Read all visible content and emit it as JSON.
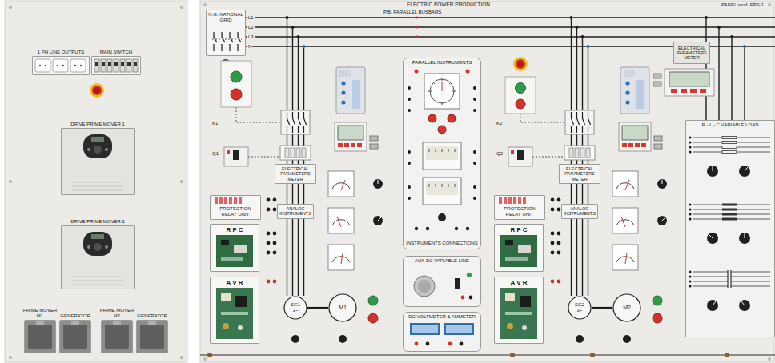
{
  "diagram": {
    "title": "ELECTRIC POWER PRODUCTION",
    "nodes": [
      {
        "text": [
          "1 PH LINE OUTPUTS"
        ]
      },
      {
        "text": [
          "MAIN SWITCH"
        ]
      },
      {
        "text": [
          "DRIVE PRIME MOVER 1"
        ]
      },
      {
        "text": [
          "DRIVE PRIME MOVER 2"
        ]
      },
      {
        "text": [
          "PRIME MOVER M1"
        ]
      },
      {
        "text": [
          "GENERATOR"
        ]
      },
      {
        "text": [
          "PRIME MOVER M2"
        ]
      },
      {
        "text": [
          "GENERATOR"
        ]
      },
      {
        "text": [
          "N.G. NATIONAL GRID"
        ]
      },
      {
        "text": [
          "ELECTRICAL PARAMETERS METER"
        ]
      },
      {
        "text": [
          "ELECTRICAL PARAMETERS METER"
        ]
      },
      {
        "text": [
          "PROTECTION RELAY UNIT"
        ]
      },
      {
        "text": [
          "ANALOG INSTRUMENTS"
        ]
      },
      {
        "text": [
          "R P C"
        ]
      },
      {
        "text": [
          "A V R"
        ]
      },
      {
        "text": [
          "SG1",
          "3~"
        ]
      },
      {
        "text": [
          "M1"
        ]
      },
      {
        "text": [
          "PARALLEL INSTRUMENTS",
          "INSTRUMENTS CONNECTIONS"
        ]
      },
      {
        "text": [
          "AUX DC VARIABLE LINE"
        ]
      },
      {
        "text": [
          "DC VOLTMETER & AMMETER"
        ]
      },
      {
        "text": [
          "ELECTRICAL PARAMETERS METER"
        ]
      },
      {
        "text": [
          "PROTECTION RELAY UNIT"
        ]
      },
      {
        "text": [
          "ANALOG INSTRUMENTS"
        ]
      },
      {
        "text": [
          "R P C"
        ]
      },
      {
        "text": [
          "A V R"
        ]
      },
      {
        "text": [
          "SG2",
          "3~"
        ]
      },
      {
        "text": [
          "M2"
        ]
      },
      {
        "text": [
          "R - L - C VARIABLE LOAD"
        ]
      }
    ],
    "edges": [
      {
        "from": 10,
        "to": 12,
        "arrow": "none"
      },
      {
        "from": 12,
        "to": 15,
        "arrow": "none"
      },
      {
        "from": 15,
        "to": 16,
        "arrow": "none"
      },
      {
        "from": 20,
        "to": 22,
        "arrow": "none"
      },
      {
        "from": 22,
        "to": 25,
        "arrow": "none"
      },
      {
        "from": 25,
        "to": 26,
        "arrow": "none"
      }
    ],
    "labels": [
      "PANEL mod. EPS-1",
      "P.B. PARALLEL BUSBARS",
      "L1",
      "L2",
      "L3",
      "N",
      "K1",
      "Q1",
      "K2",
      "Q2"
    ]
  }
}
